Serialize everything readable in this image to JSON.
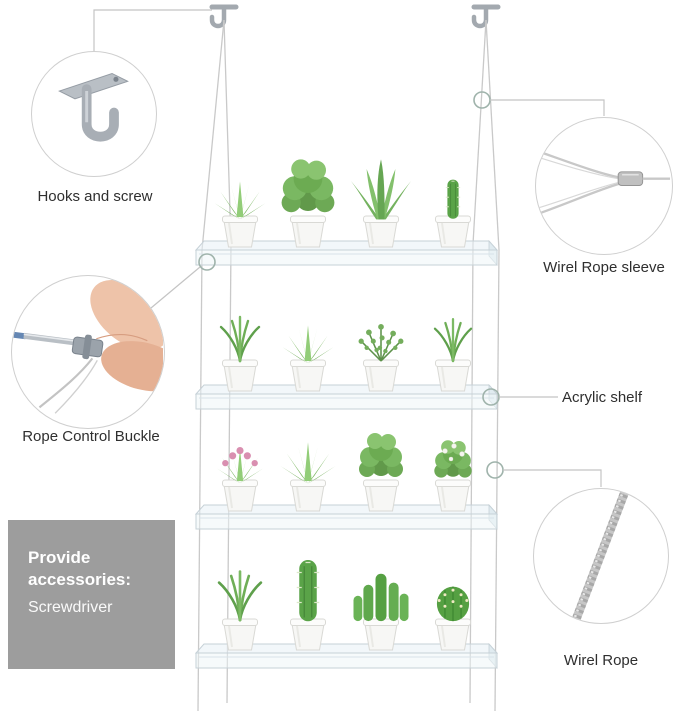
{
  "background": "#ffffff",
  "callouts": {
    "hooks": {
      "label": "Hooks and screw",
      "icon": "j-hook-icon"
    },
    "sleeve": {
      "label": "Wirel Rope sleeve",
      "icon": "wire-rope-sleeve-icon"
    },
    "buckle": {
      "label": "Rope Control Buckle",
      "icon": "rope-control-buckle-icon"
    },
    "shelf": {
      "label": "Acrylic shelf"
    },
    "rope": {
      "label": "Wirel Rope",
      "icon": "wire-rope-icon"
    }
  },
  "accessories_box": {
    "heading_line1": "Provide",
    "heading_line2": "accessories:",
    "item": "Screwdriver",
    "background": "#9d9d9d"
  },
  "product": {
    "name": "Hanging acrylic plant shelf with wire ropes and ceiling hooks",
    "tiers": 4,
    "pots_per_tier": 4,
    "plants_per_tier": [
      [
        "spiky succulent",
        "leafy succulent",
        "aloe vera",
        "small cactus"
      ],
      [
        "haworthia",
        "echeveria rosette",
        "thyme herb",
        "spiky succulent"
      ],
      [
        "pink-tipped succulent",
        "echeveria rosette",
        "round leafy succulent",
        "flowering succulent"
      ],
      [
        "spiky succulent",
        "columnar cactus",
        "finger cactus",
        "barrel cactus"
      ]
    ],
    "colors": {
      "wire": "#c9c9c9",
      "shelf_edge": "#c6d1d7",
      "pot": "#f7f7f5",
      "hook": "#a3a9af"
    }
  }
}
